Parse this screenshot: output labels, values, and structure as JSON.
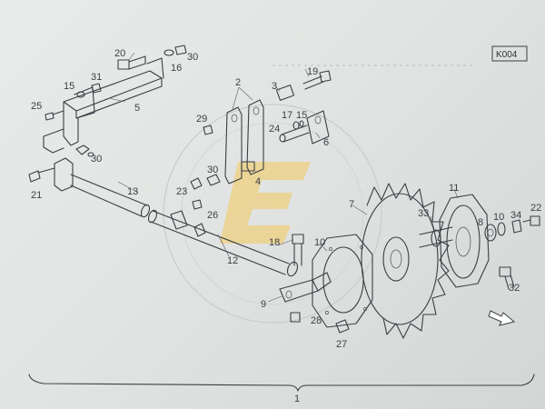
{
  "diagram": {
    "code": "K004",
    "assembly_number": "1",
    "callouts": [
      "1",
      "2",
      "3",
      "4",
      "5",
      "6",
      "7",
      "8",
      "9",
      "10",
      "11",
      "12",
      "13",
      "15",
      "15",
      "16",
      "17",
      "18",
      "19",
      "20",
      "21",
      "22",
      "23",
      "24",
      "25",
      "26",
      "27",
      "28",
      "29",
      "30",
      "30",
      "30",
      "31",
      "32",
      "33",
      "34"
    ],
    "colors": {
      "line": "#3a3f44",
      "paper": "#e5e7e6",
      "watermark": "#f2c85a"
    }
  }
}
